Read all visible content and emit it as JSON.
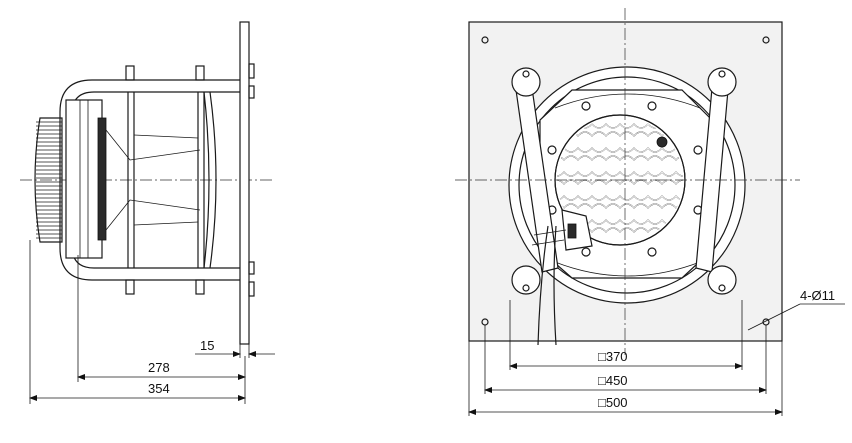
{
  "side_view": {
    "dims": {
      "flange_thickness": "15",
      "depth_to_flange": "278",
      "overall_depth": "354"
    }
  },
  "front_view": {
    "dims": {
      "hole_spacing": "□370",
      "inner_square": "□450",
      "plate_size": "□500",
      "mounting_holes": "4-Ø11"
    }
  }
}
